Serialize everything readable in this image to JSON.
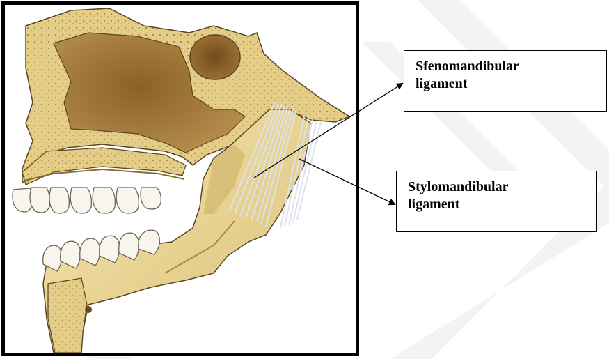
{
  "labels": {
    "sphenomandibular_line1": "Sfenomandibular",
    "sphenomandibular_line2": "ligament",
    "stylomandibular_line1": "Stylomandibular",
    "stylomandibular_line2": "ligament"
  },
  "colors": {
    "bone": "#e6d08a",
    "bone_light": "#f1e3a9",
    "bone_shadow": "#b8974e",
    "cavity": "#a5793a",
    "cavity_dark": "#7a5322",
    "ligament": "#dfe4ec",
    "outline": "#5a4423",
    "frame": "#000000"
  }
}
